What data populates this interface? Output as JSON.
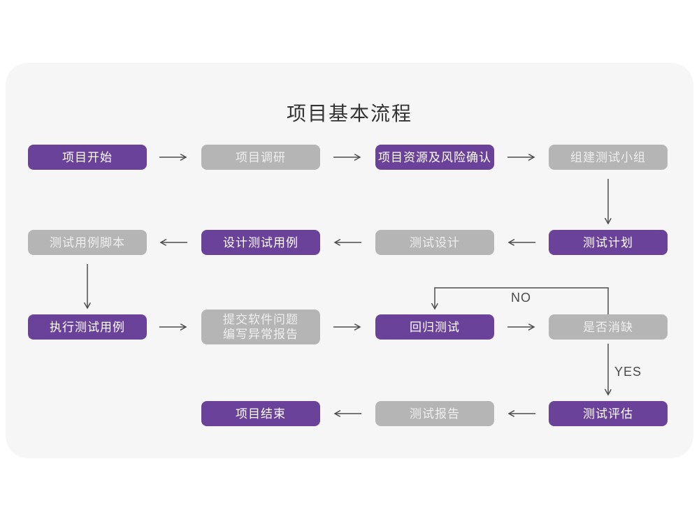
{
  "title": "项目基本流程",
  "labels": {
    "no": "NO",
    "yes": "YES"
  },
  "colors": {
    "accent_purple": "#6b4299",
    "neutral_gray": "#b5b5b5",
    "card_background": "#f6f6f6",
    "page_background": "#ffffff",
    "arrow": "#4d4d4d",
    "title_text": "#333333"
  },
  "nodes": [
    {
      "id": "project-start",
      "label": "项目开始",
      "variant": "purple"
    },
    {
      "id": "project-research",
      "label": "项目调研",
      "variant": "gray"
    },
    {
      "id": "resources-risk",
      "label": "项目资源及风险确认",
      "variant": "purple"
    },
    {
      "id": "build-test-team",
      "label": "组建测试小组",
      "variant": "gray"
    },
    {
      "id": "test-plan",
      "label": "测试计划",
      "variant": "purple"
    },
    {
      "id": "test-design",
      "label": "测试设计",
      "variant": "gray"
    },
    {
      "id": "design-test-cases",
      "label": "设计测试用例",
      "variant": "purple"
    },
    {
      "id": "test-case-script",
      "label": "测试用例脚本",
      "variant": "gray"
    },
    {
      "id": "execute-cases",
      "label": "执行测试用例",
      "variant": "purple"
    },
    {
      "id": "submit-issues",
      "label": "提交软件问题\n编写异常报告",
      "variant": "gray"
    },
    {
      "id": "regression-test",
      "label": "回归测试",
      "variant": "purple"
    },
    {
      "id": "defect-cleared",
      "label": "是否消缺",
      "variant": "gray"
    },
    {
      "id": "test-evaluation",
      "label": "测试评估",
      "variant": "purple"
    },
    {
      "id": "test-report",
      "label": "测试报告",
      "variant": "gray"
    },
    {
      "id": "project-end",
      "label": "项目结束",
      "variant": "purple"
    }
  ]
}
